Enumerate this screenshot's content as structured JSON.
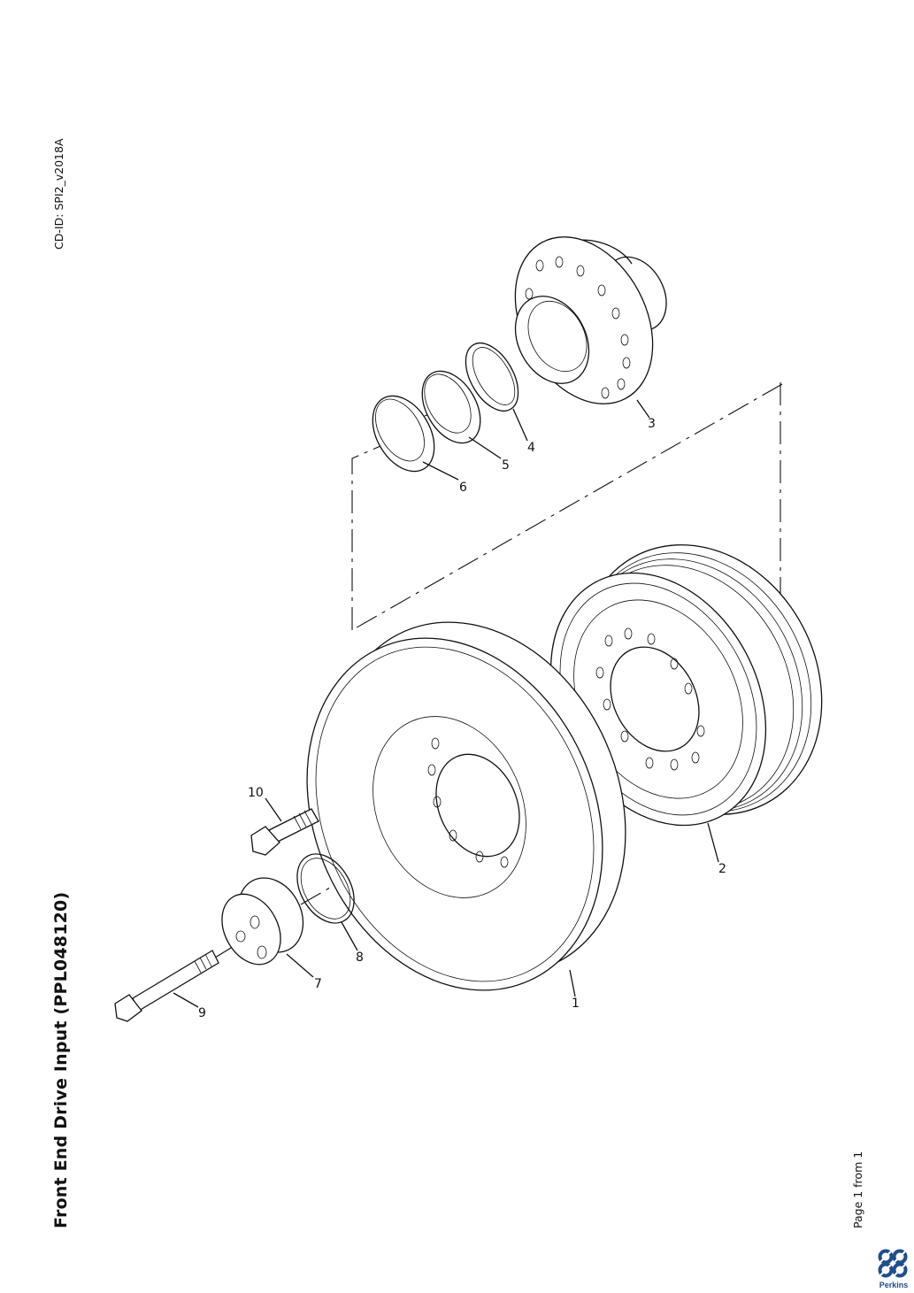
{
  "title": "Front End Drive Input (PPL048120)",
  "doc_id": "CD-ID: SPI2_v2018A",
  "page_info": "Page 1 from 1",
  "brand": "Perkins",
  "callouts": [
    "1",
    "2",
    "3",
    "4",
    "5",
    "6",
    "7",
    "8",
    "9",
    "10"
  ],
  "colors": {
    "ink": "#111111",
    "logo": "#1f4e8c"
  }
}
